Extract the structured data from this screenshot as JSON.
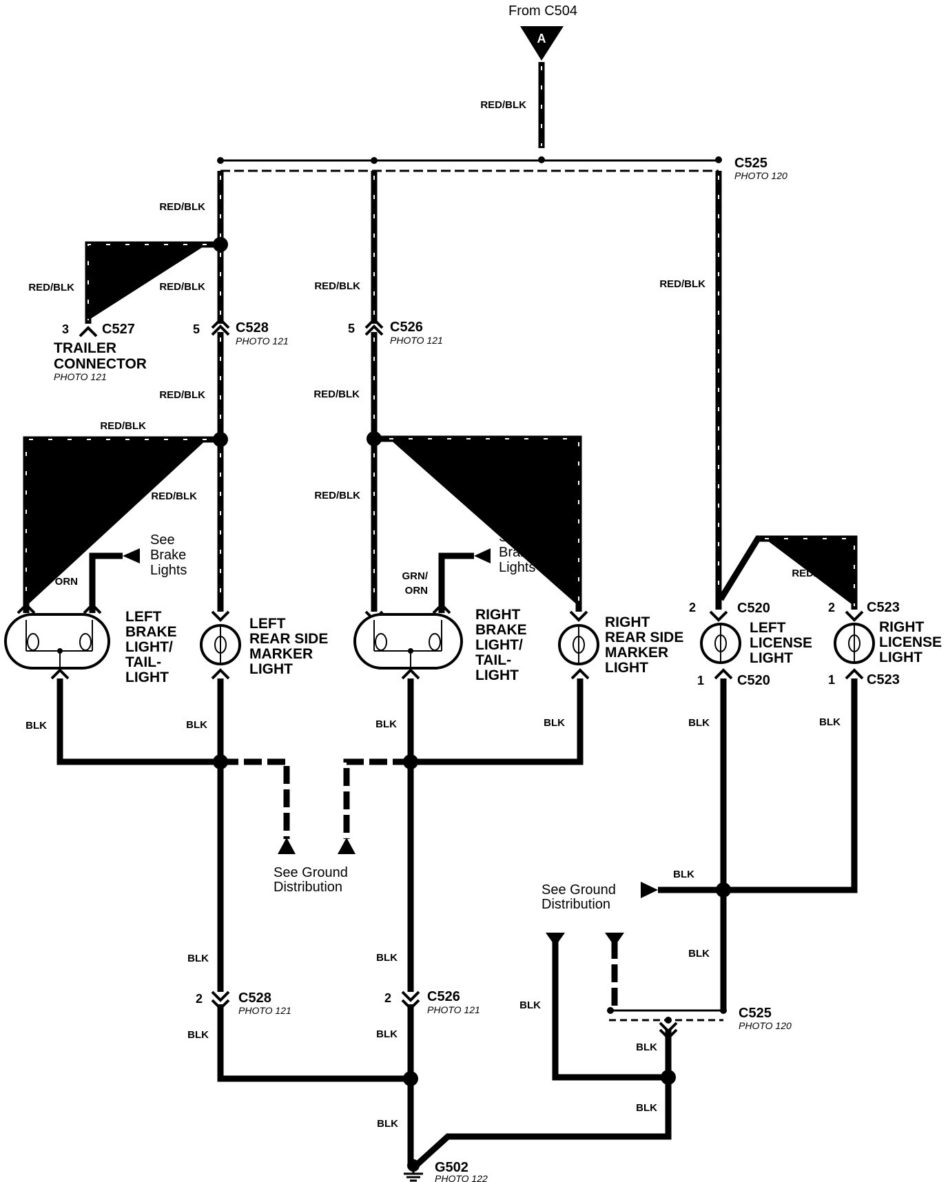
{
  "source": {
    "label": "From C504",
    "marker": "A"
  },
  "wire_labels": {
    "red_blk": "RED/BLK",
    "blk": "BLK",
    "orn": "ORN",
    "grn_orn_1": "GRN/",
    "grn_orn_2": "ORN"
  },
  "connectors": {
    "c525_top": {
      "name": "C525",
      "photo": "PHOTO 120"
    },
    "c527": {
      "name": "C527",
      "pin": "3"
    },
    "c528_top": {
      "name": "C528",
      "pin": "5",
      "photo": "PHOTO 121"
    },
    "c526_top": {
      "name": "C526",
      "pin": "5",
      "photo": "PHOTO 121"
    },
    "c520_top": {
      "name": "C520",
      "pin": "2"
    },
    "c520_bot": {
      "name": "C520",
      "pin": "1"
    },
    "c523_top": {
      "name": "C523",
      "pin": "2"
    },
    "c523_bot": {
      "name": "C523",
      "pin": "1"
    },
    "c528_bot": {
      "name": "C528",
      "pin": "2",
      "photo": "PHOTO 121"
    },
    "c526_bot": {
      "name": "C526",
      "pin": "2",
      "photo": "PHOTO 121"
    },
    "c525_bot": {
      "name": "C525",
      "photo": "PHOTO 120"
    },
    "g502": {
      "name": "G502",
      "photo": "PHOTO 122"
    }
  },
  "components": {
    "trailer": {
      "line1": "TRAILER",
      "line2": "CONNECTOR",
      "photo": "PHOTO 121"
    },
    "left_brake": {
      "line1": "LEFT",
      "line2": "BRAKE",
      "line3": "LIGHT/",
      "line4": "TAIL-",
      "line5": "LIGHT"
    },
    "left_marker": {
      "line1": "LEFT",
      "line2": "REAR SIDE",
      "line3": "MARKER",
      "line4": "LIGHT"
    },
    "right_brake": {
      "line1": "RIGHT",
      "line2": "BRAKE",
      "line3": "LIGHT/",
      "line4": "TAIL-",
      "line5": "LIGHT"
    },
    "right_marker": {
      "line1": "RIGHT",
      "line2": "REAR SIDE",
      "line3": "MARKER",
      "line4": "LIGHT"
    },
    "left_license": {
      "line1": "LEFT",
      "line2": "LICENSE",
      "line3": "LIGHT"
    },
    "right_license": {
      "line1": "RIGHT",
      "line2": "LICENSE",
      "line3": "LIGHT"
    }
  },
  "notes": {
    "brake_left": {
      "line1": "See",
      "line2": "Brake",
      "line3": "Lights"
    },
    "brake_right": {
      "line1": "See",
      "line2": "Brake",
      "line3": "Lights"
    },
    "ground_left": {
      "line1": "See Ground",
      "line2": "Distribution"
    },
    "ground_right": {
      "line1": "See Ground",
      "line2": "Distribution"
    }
  }
}
